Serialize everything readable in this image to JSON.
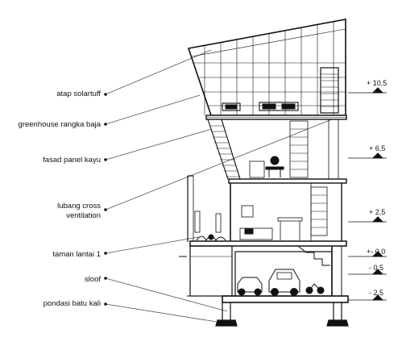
{
  "labels": [
    "atap solartuff",
    "greenhouse rangka baja",
    "fasad panel kayu",
    "lubang cross",
    "ventilation",
    "taman lantai 1",
    "sloof",
    "pondasi batu kali"
  ],
  "levels": [
    "+ 10,5",
    "+ 6,5",
    "+ 2,5",
    "+- 0,0",
    "- 0,5",
    "- 2,5"
  ],
  "colors": {
    "ink": "#111111",
    "leader": "#555555",
    "background": "#ffffff"
  }
}
